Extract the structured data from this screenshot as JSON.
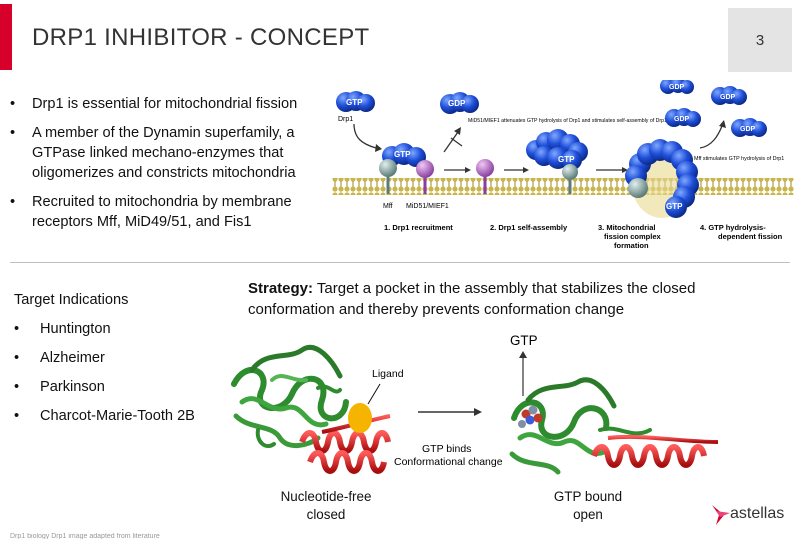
{
  "header": {
    "title": "DRP1 INHIBITOR - CONCEPT",
    "page_number": "3",
    "accent_color": "#d6002a"
  },
  "bullets": [
    "Drp1 is essential for mitochondrial fission",
    "A member of the Dynamin superfamily, a GTPase linked mechano-enzymes that oligomerizes and constricts mitochondria",
    "Recruited to mitochondria by membrane receptors Mff, MiD49/51, and Fis1"
  ],
  "diagram": {
    "gtp": "GTP",
    "gdp": "GDP",
    "drp1": "Drp1",
    "mff": "Mff",
    "mid51": "MiD51/MIEF1",
    "note_attenuates": "MiD51/MIEF1 attenuates GTP hydrolysis of Drp1 and stimulates self-assembly of Drp1",
    "note_mff": "Mff stimulates GTP hydrolysis of Drp1",
    "step1": "1. Drp1 recruitment",
    "step2": "2. Drp1 self-assembly",
    "step3": "3. Mitochondrial fission complex formation",
    "step4": "4. GTP hydrolysis-dependent fission"
  },
  "targets": {
    "title": "Target Indications",
    "items": [
      "Huntington",
      "Alzheimer",
      "Parkinson",
      "Charcot-Marie-Tooth 2B"
    ]
  },
  "strategy": {
    "label": "Strategy:",
    "text": " Target a pocket in the assembly that stabilizes the closed conformation and thereby prevents conformation change"
  },
  "structures": {
    "ligand": "Ligand",
    "gtp_top": "GTP",
    "arrow_label_1": "GTP binds",
    "arrow_label_2": "Conformational change",
    "left_caption_1": "Nucleotide-free",
    "left_caption_2": "closed",
    "right_caption_1": "GTP bound",
    "right_caption_2": "open"
  },
  "logo": {
    "name": "astellas",
    "color": "#d6002a"
  },
  "footnote": "Drp1 biology Drp1 image adapted from literature"
}
